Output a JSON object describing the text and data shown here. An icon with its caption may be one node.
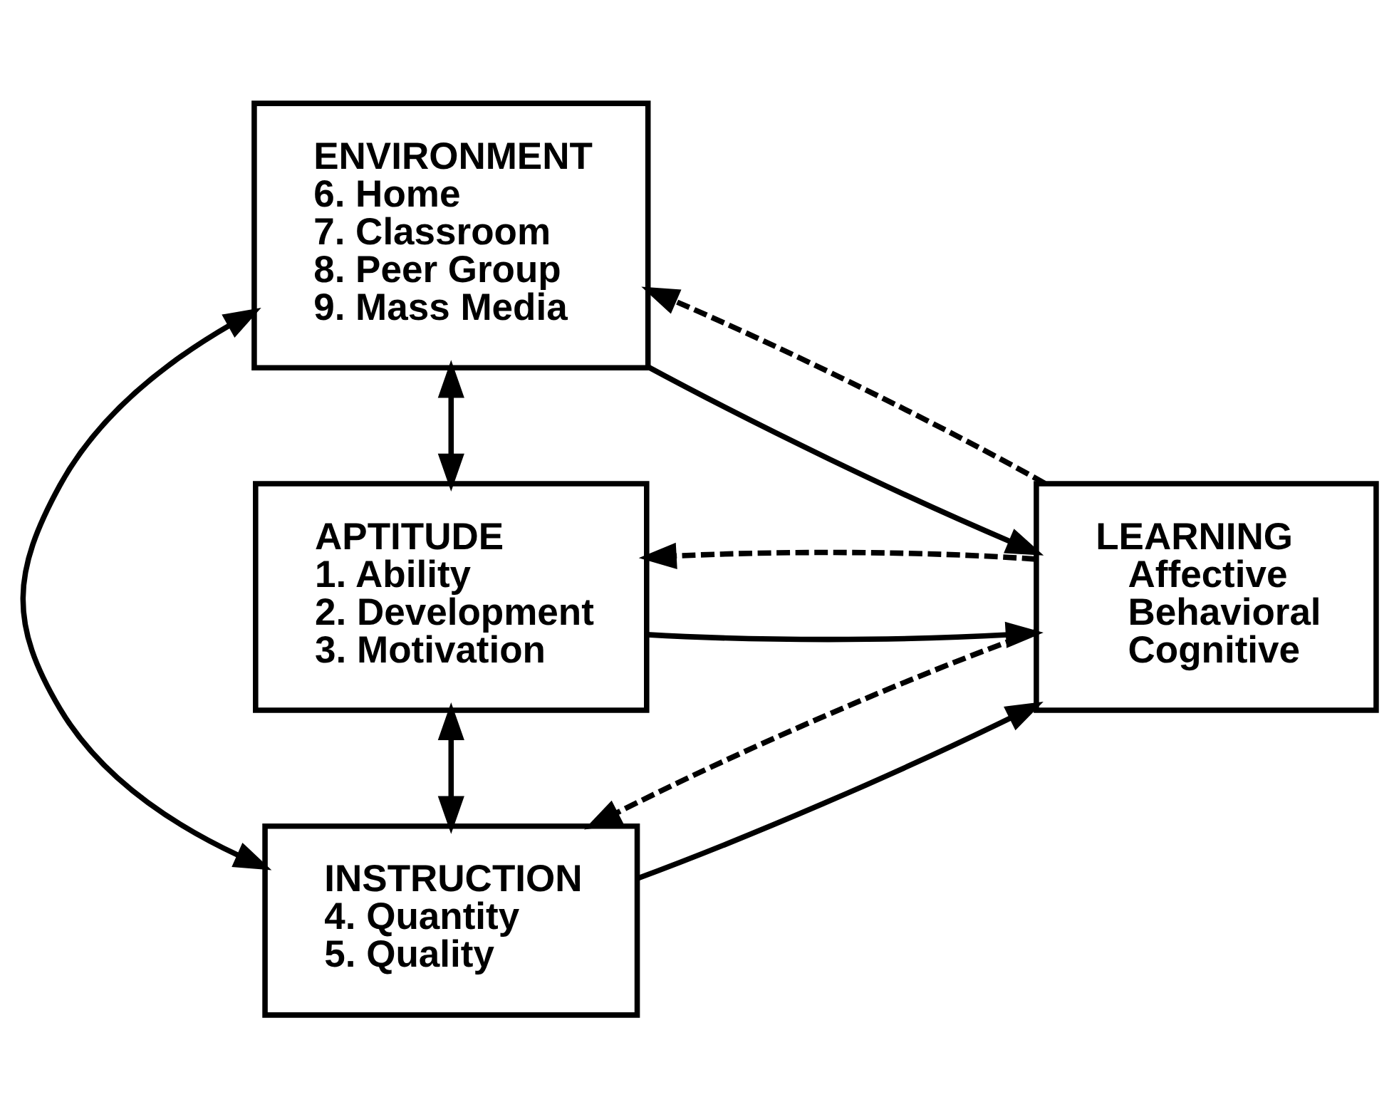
{
  "diagram": {
    "nodes": [
      {
        "text": [
          "APTITUDE",
          "1. Ability",
          "2. Development",
          "3. Motivation"
        ]
      },
      {
        "text": [
          "INSTRUCTION",
          "4. Quantity",
          "5. Quality"
        ]
      },
      {
        "text": [
          "ENVIRONMENT",
          "6. Home",
          "7. Classroom",
          "8. Peer Group",
          "9. Mass Media"
        ]
      },
      {
        "text": [
          "LEARNING",
          "Affective",
          "Behavioral",
          "Cognitive"
        ]
      }
    ],
    "edges": [
      {
        "from": 0,
        "to": 3,
        "arrow": "to"
      },
      {
        "from": 1,
        "to": 3,
        "arrow": "to"
      },
      {
        "from": 2,
        "to": 3,
        "arrow": "to"
      },
      {
        "from": 0,
        "to": 1,
        "arrow": "both"
      },
      {
        "from": 1,
        "to": 2,
        "arrow": "both"
      },
      {
        "from": 2,
        "to": 0,
        "arrow": "both"
      },
      {
        "from": 3,
        "to": 0,
        "arrow": "to",
        "style": "dashed"
      },
      {
        "from": 3,
        "to": 1,
        "arrow": "to",
        "style": "dashed"
      },
      {
        "from": 3,
        "to": 2,
        "arrow": "to",
        "style": "dashed"
      }
    ]
  }
}
